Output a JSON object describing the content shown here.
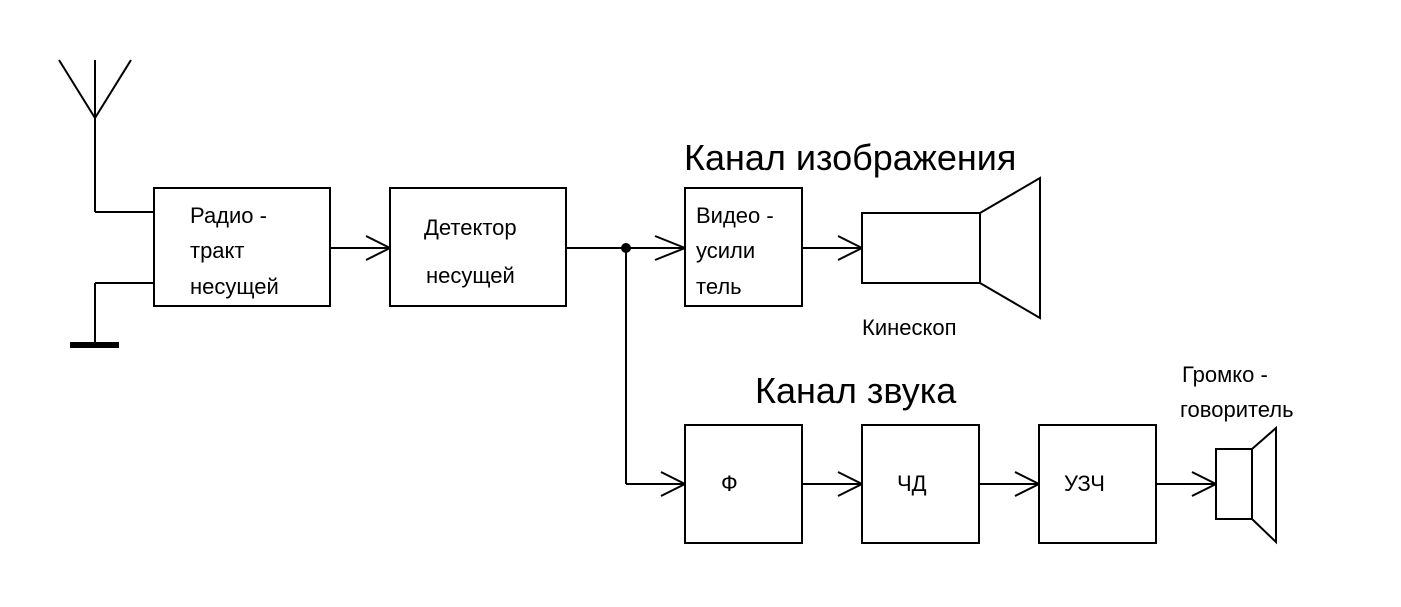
{
  "titles": {
    "video_channel": "Канал изображения",
    "sound_channel": "Канал звука"
  },
  "blocks": {
    "radio": [
      "Радио -",
      "тракт",
      "несущей"
    ],
    "detector": [
      "Детектор",
      "несущей"
    ],
    "video_amp": [
      "Видео -",
      "усили",
      "тель"
    ],
    "filter": "Ф",
    "fm_detector": "ЧД",
    "audio_amp": "УЗЧ"
  },
  "devices": {
    "kinescope": "Кинескоп",
    "speaker": [
      "Громко -",
      "говоритель"
    ]
  },
  "icons": {
    "antenna": "antenna-icon",
    "ground": "ground-icon",
    "kinescope": "kinescope-icon",
    "speaker": "speaker-icon"
  }
}
